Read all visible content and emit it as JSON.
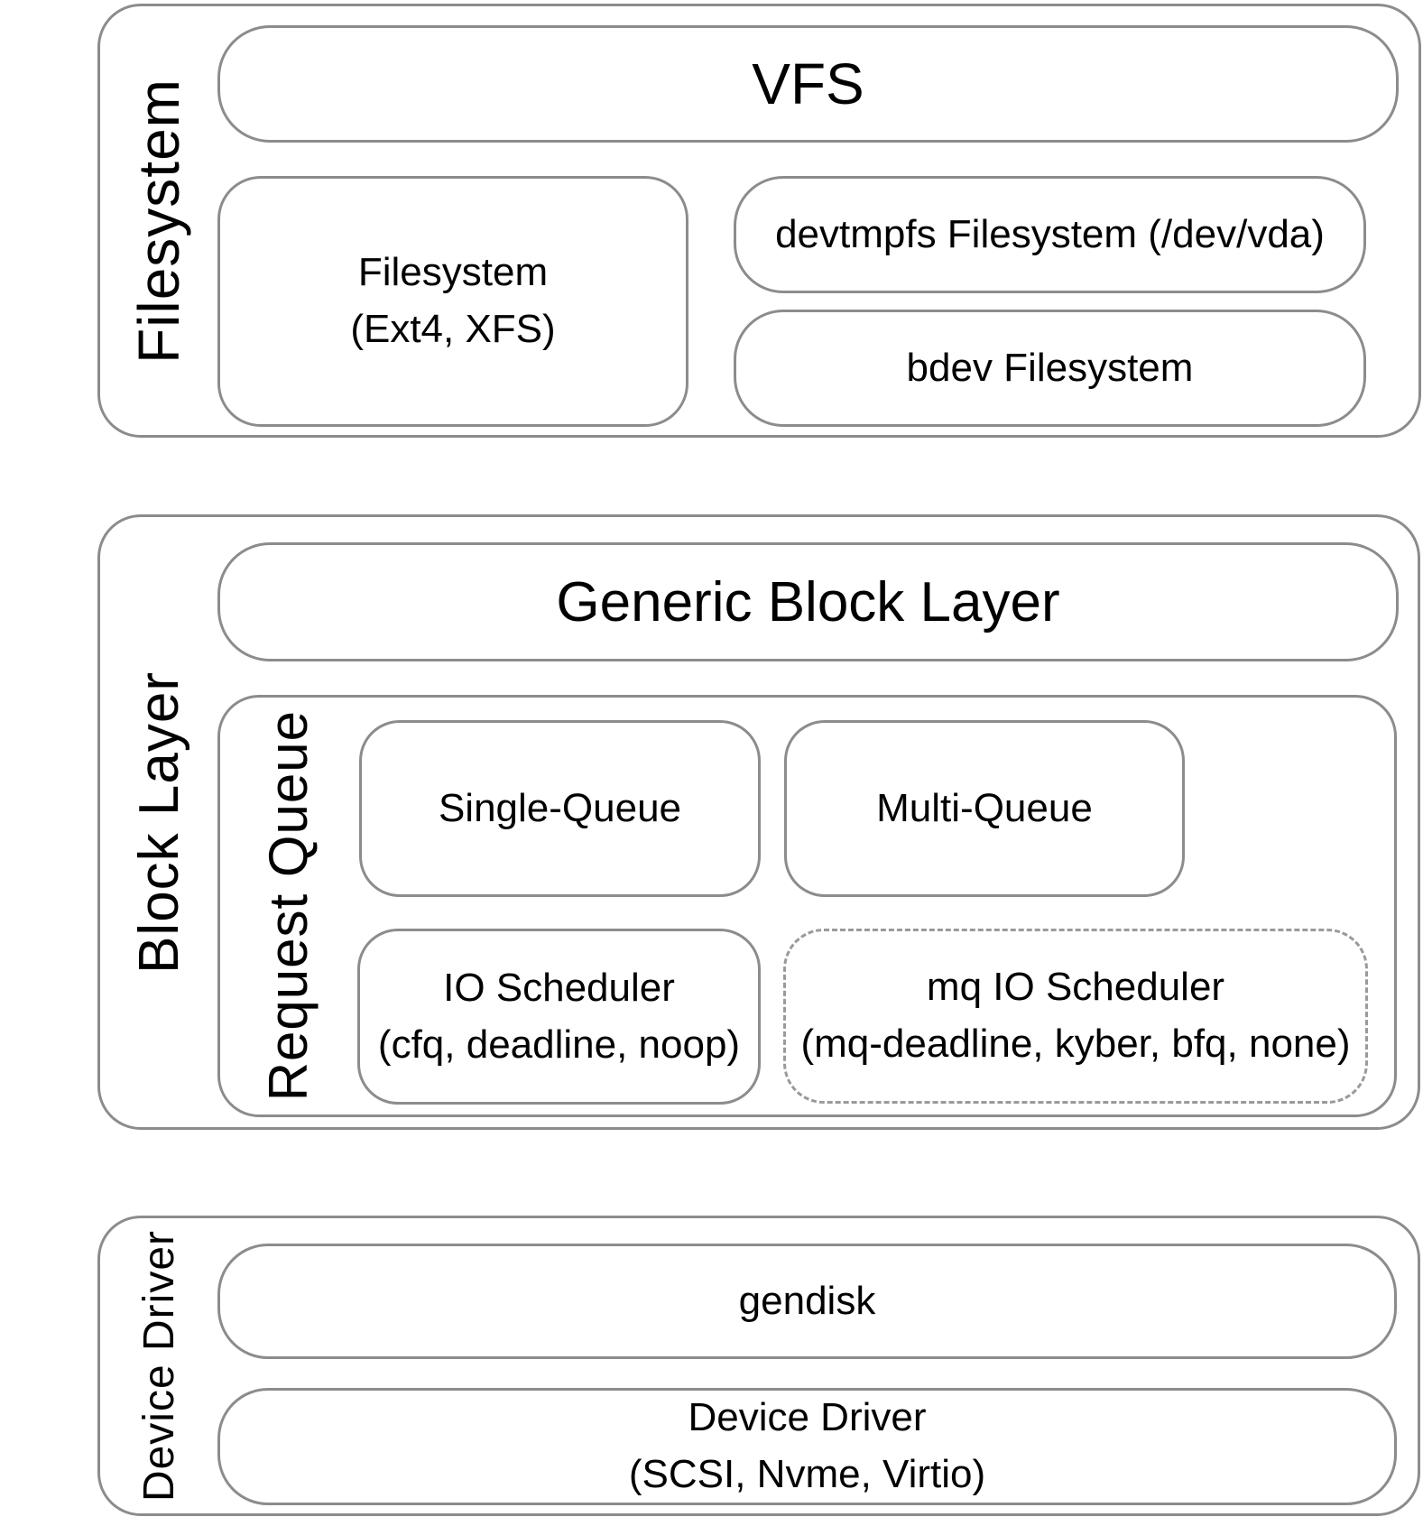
{
  "colors": {
    "border": "#8c8c8c",
    "dashed_border": "#9a9a9a",
    "text": "#000000",
    "background": "#ffffff"
  },
  "sections": {
    "filesystem": {
      "label": "Filesystem",
      "vfs": "VFS",
      "filesystem_box": "Filesystem\n(Ext4, XFS)",
      "devtmpfs_box": "devtmpfs Filesystem (/dev/vda)",
      "bdev_box": "bdev Filesystem"
    },
    "block_layer": {
      "label": "Block Layer",
      "generic_block_layer": "Generic Block Layer",
      "request_queue": {
        "label": "Request Queue",
        "single_queue": "Single-Queue",
        "multi_queue": "Multi-Queue",
        "io_scheduler": "IO Scheduler\n(cfq, deadline, noop)",
        "mq_io_scheduler": "mq IO Scheduler\n(mq-deadline, kyber, bfq, none)"
      }
    },
    "device_driver": {
      "label": "Device Driver",
      "gendisk": "gendisk",
      "device_driver_box": "Device Driver\n(SCSI, Nvme, Virtio)"
    }
  }
}
